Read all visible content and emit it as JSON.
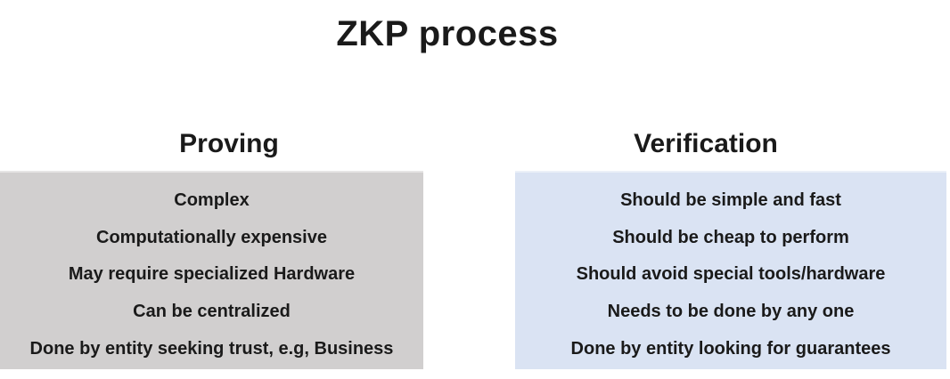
{
  "title": "ZKP process",
  "colors": {
    "proving_panel_bg": "#d1cfcf",
    "verification_panel_bg": "#dae3f3",
    "text": "#1a1a1a",
    "background": "#ffffff"
  },
  "columns": [
    {
      "heading": "Proving",
      "items": [
        "Complex",
        "Computationally expensive",
        "May require specialized Hardware",
        "Can be centralized",
        "Done by entity seeking trust, e.g, Business"
      ]
    },
    {
      "heading": "Verification",
      "items": [
        "Should be simple and fast",
        "Should be cheap to perform",
        "Should avoid special tools/hardware",
        "Needs to be done by any one",
        "Done by entity looking for guarantees"
      ]
    }
  ]
}
